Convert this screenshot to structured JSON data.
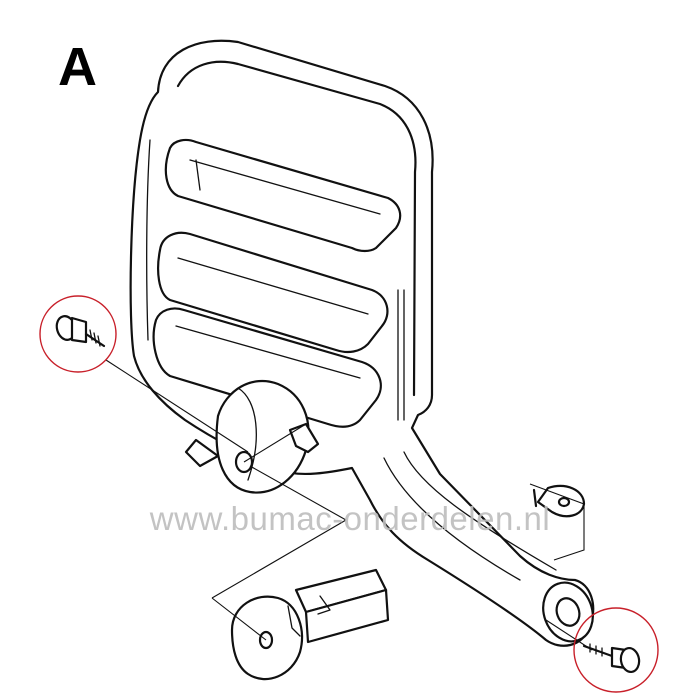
{
  "figure": {
    "label": "A"
  },
  "watermark": {
    "text": "www.bumac-onderdelen.nl"
  },
  "colors": {
    "line": "#111111",
    "highlight": "#c8202a",
    "watermark": "#bdbdbd",
    "background": "#ffffff"
  },
  "parts": [
    {
      "id": "hand-guard"
    },
    {
      "id": "screw-left"
    },
    {
      "id": "pivot-hub"
    },
    {
      "id": "spring-clip"
    },
    {
      "id": "retaining-washer"
    },
    {
      "id": "bushing-block"
    },
    {
      "id": "screw-right"
    }
  ],
  "highlights": [
    {
      "target": "screw-left"
    },
    {
      "target": "screw-right"
    }
  ]
}
